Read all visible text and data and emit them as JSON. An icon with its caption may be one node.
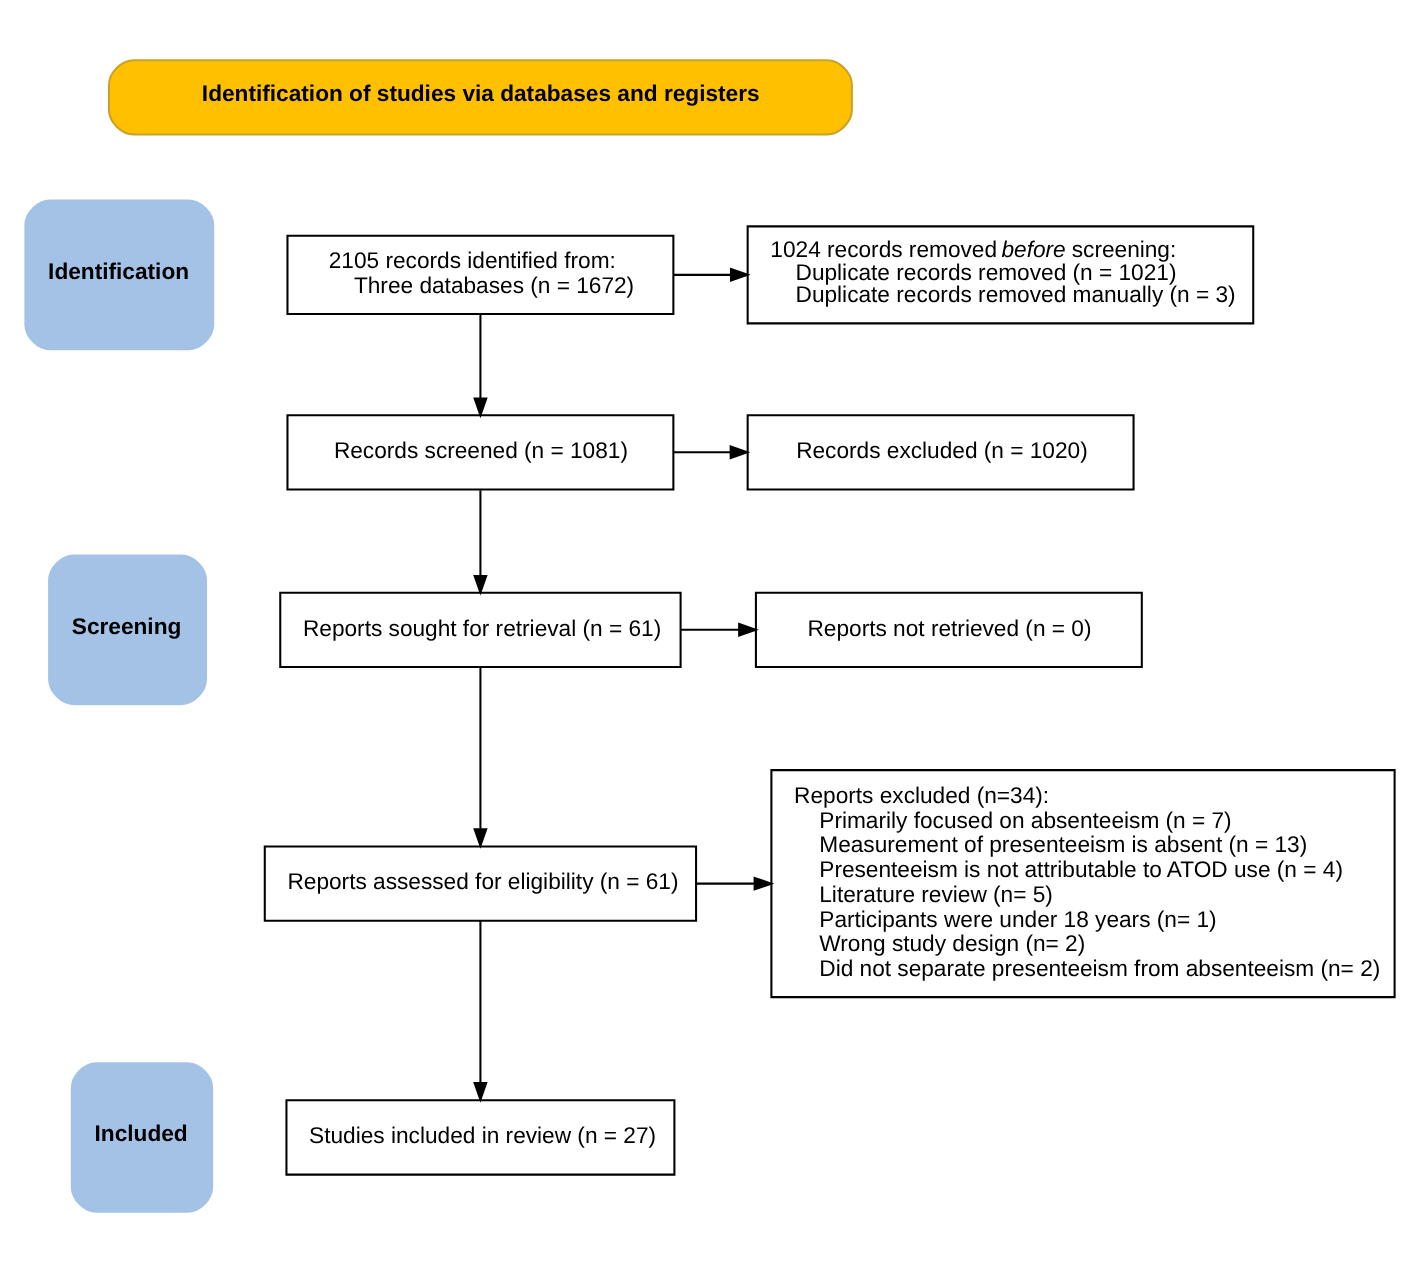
{
  "diagram": {
    "nodes": [
      {
        "text": [
          "Identification of studies via databases and registers"
        ]
      },
      {
        "text": [
          "Identification"
        ]
      },
      {
        "text": [
          "Screening"
        ]
      },
      {
        "text": [
          "Included"
        ]
      },
      {
        "text": [
          "2105 records identified from:",
          "Three databases (n = 1672)"
        ]
      },
      {
        "text": [
          "1024 records removed *before* screening:",
          "Duplicate records removed (n = 1021)",
          "Duplicate records removed manually (n = 3)"
        ]
      },
      {
        "text": [
          "Records screened (n = 1081)"
        ]
      },
      {
        "text": [
          "Records excluded (n = 1020)"
        ]
      },
      {
        "text": [
          "Reports sought for retrieval (n = 61)"
        ]
      },
      {
        "text": [
          "Reports not retrieved (n = 0)"
        ]
      },
      {
        "text": [
          "Reports assessed for eligibility (n = 61)"
        ]
      },
      {
        "text": [
          "Reports excluded (n=34):",
          "Primarily focused on absenteeism (n = 7)",
          "Measurement of presenteeism is absent (n = 13)",
          "Presenteeism is not attributable to ATOD use (n = 4)",
          "Literature review (n= 5)",
          "Participants were under 18 years (n= 1)",
          "Wrong study design (n= 2)",
          "Did not separate presenteeism from absenteeism (n= 2)"
        ]
      },
      {
        "text": [
          "Studies included in review (n = 27)"
        ]
      }
    ],
    "edges": [
      {
        "from": 4,
        "to": 5,
        "arrow": "to"
      },
      {
        "from": 4,
        "to": 6,
        "arrow": "to"
      },
      {
        "from": 6,
        "to": 7,
        "arrow": "to"
      },
      {
        "from": 6,
        "to": 8,
        "arrow": "to"
      },
      {
        "from": 8,
        "to": 9,
        "arrow": "to"
      },
      {
        "from": 8,
        "to": 10,
        "arrow": "to"
      },
      {
        "from": 10,
        "to": 11,
        "arrow": "to"
      },
      {
        "from": 10,
        "to": 12,
        "arrow": "to"
      }
    ]
  }
}
